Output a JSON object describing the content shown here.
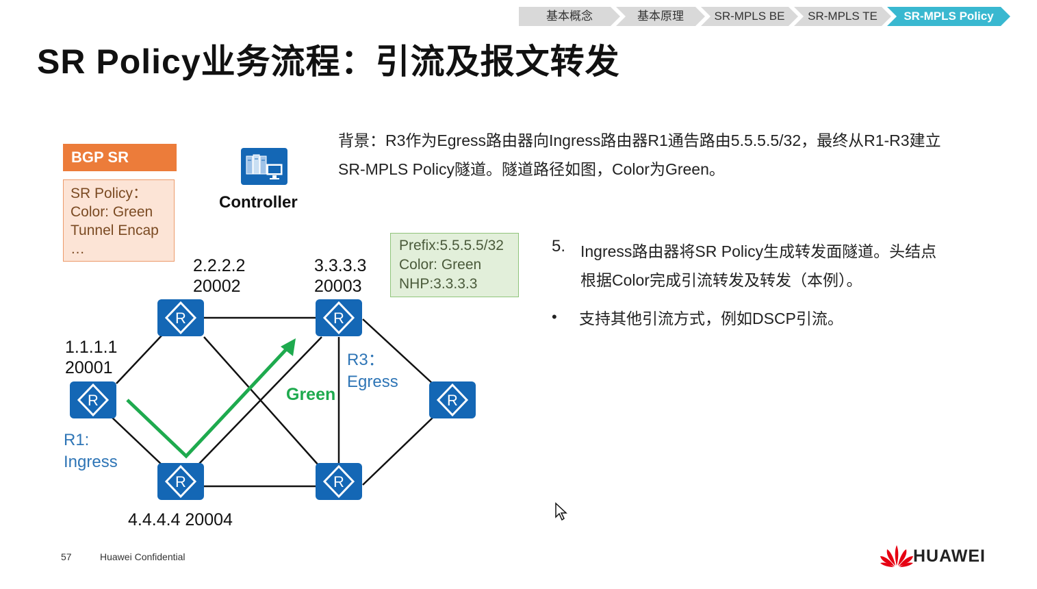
{
  "nav": {
    "tabs": [
      {
        "label": "基本概念",
        "active": false
      },
      {
        "label": "基本原理",
        "active": false
      },
      {
        "label": "SR-MPLS BE",
        "active": false
      },
      {
        "label": "SR-MPLS TE",
        "active": false
      },
      {
        "label": "SR-MPLS Policy",
        "active": true
      }
    ]
  },
  "title": "SR Policy业务流程：引流及报文转发",
  "bgp_box": {
    "header": "BGP SR Policy",
    "lines": [
      "SR Policy：",
      "Color: Green",
      "Tunnel Encap",
      "…"
    ]
  },
  "controller": {
    "label": "Controller",
    "icon": "controller-icon"
  },
  "prefix_box": {
    "lines": [
      "Prefix:5.5.5.5/32",
      "Color: Green",
      "NHP:3.3.3.3"
    ]
  },
  "nodes": {
    "r1": {
      "ip": "1.1.1.1",
      "sid": "20001",
      "role_line1": "R1:",
      "role_line2": "Ingress"
    },
    "r2": {
      "ip": "2.2.2.2",
      "sid": "20002"
    },
    "r3": {
      "ip": "3.3.3.3",
      "sid": "20003",
      "role_line1": "R3：",
      "role_line2": "Egress"
    },
    "r4": {
      "label": "4.4.4.4 20004"
    }
  },
  "path_label": "Green",
  "background_text": "背景：R3作为Egress路由器向Ingress路由器R1通告路由5.5.5.5/32，最终从R1-R3建立SR-MPLS Policy隧道。隧道路径如图，Color为Green。",
  "step": {
    "number": "5.",
    "text": "Ingress路由器将SR Policy生成转发面隧道。头结点根据Color完成引流转发及转发（本例）。"
  },
  "bullet": {
    "symbol": "•",
    "text": "支持其他引流方式，例如DSCP引流。"
  },
  "footer": {
    "page": "57",
    "confidential": "Huawei Confidential",
    "logo_text": "HUAWEI"
  },
  "colors": {
    "router_blue": "#1467b5",
    "orange": "#ec7c3a",
    "green_path": "#1eaa4e",
    "label_blue": "#2e75b6",
    "nav_active": "#39b8d0",
    "huawei_red": "#e60012"
  }
}
